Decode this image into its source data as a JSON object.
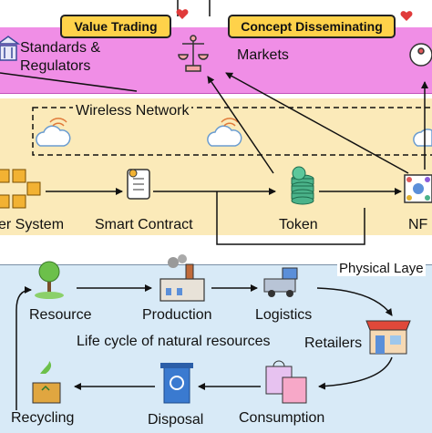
{
  "top_tags": {
    "value_trading": "Value Trading",
    "concept_disseminating": "Concept Disseminating"
  },
  "market_layer": {
    "standards": "Standards &",
    "regulators": "Regulators",
    "markets": "Markets"
  },
  "network_layer": {
    "wireless_network": "Wireless Network",
    "ledger_system": "er System",
    "smart_contract": "Smart Contract",
    "token": "Token",
    "nft": "NF"
  },
  "physical_layer": {
    "title": "Physical Laye",
    "resource": "Resource",
    "production": "Production",
    "logistics": "Logistics",
    "retailers": "Retailers",
    "consumption": "Consumption",
    "disposal": "Disposal",
    "recycling": "Recycling",
    "caption": "Life cycle of natural resources"
  },
  "colors": {
    "market": "#f08ee6",
    "network": "#fbeab9",
    "physical": "#d8eaf7",
    "tag": "#ffd24a"
  }
}
